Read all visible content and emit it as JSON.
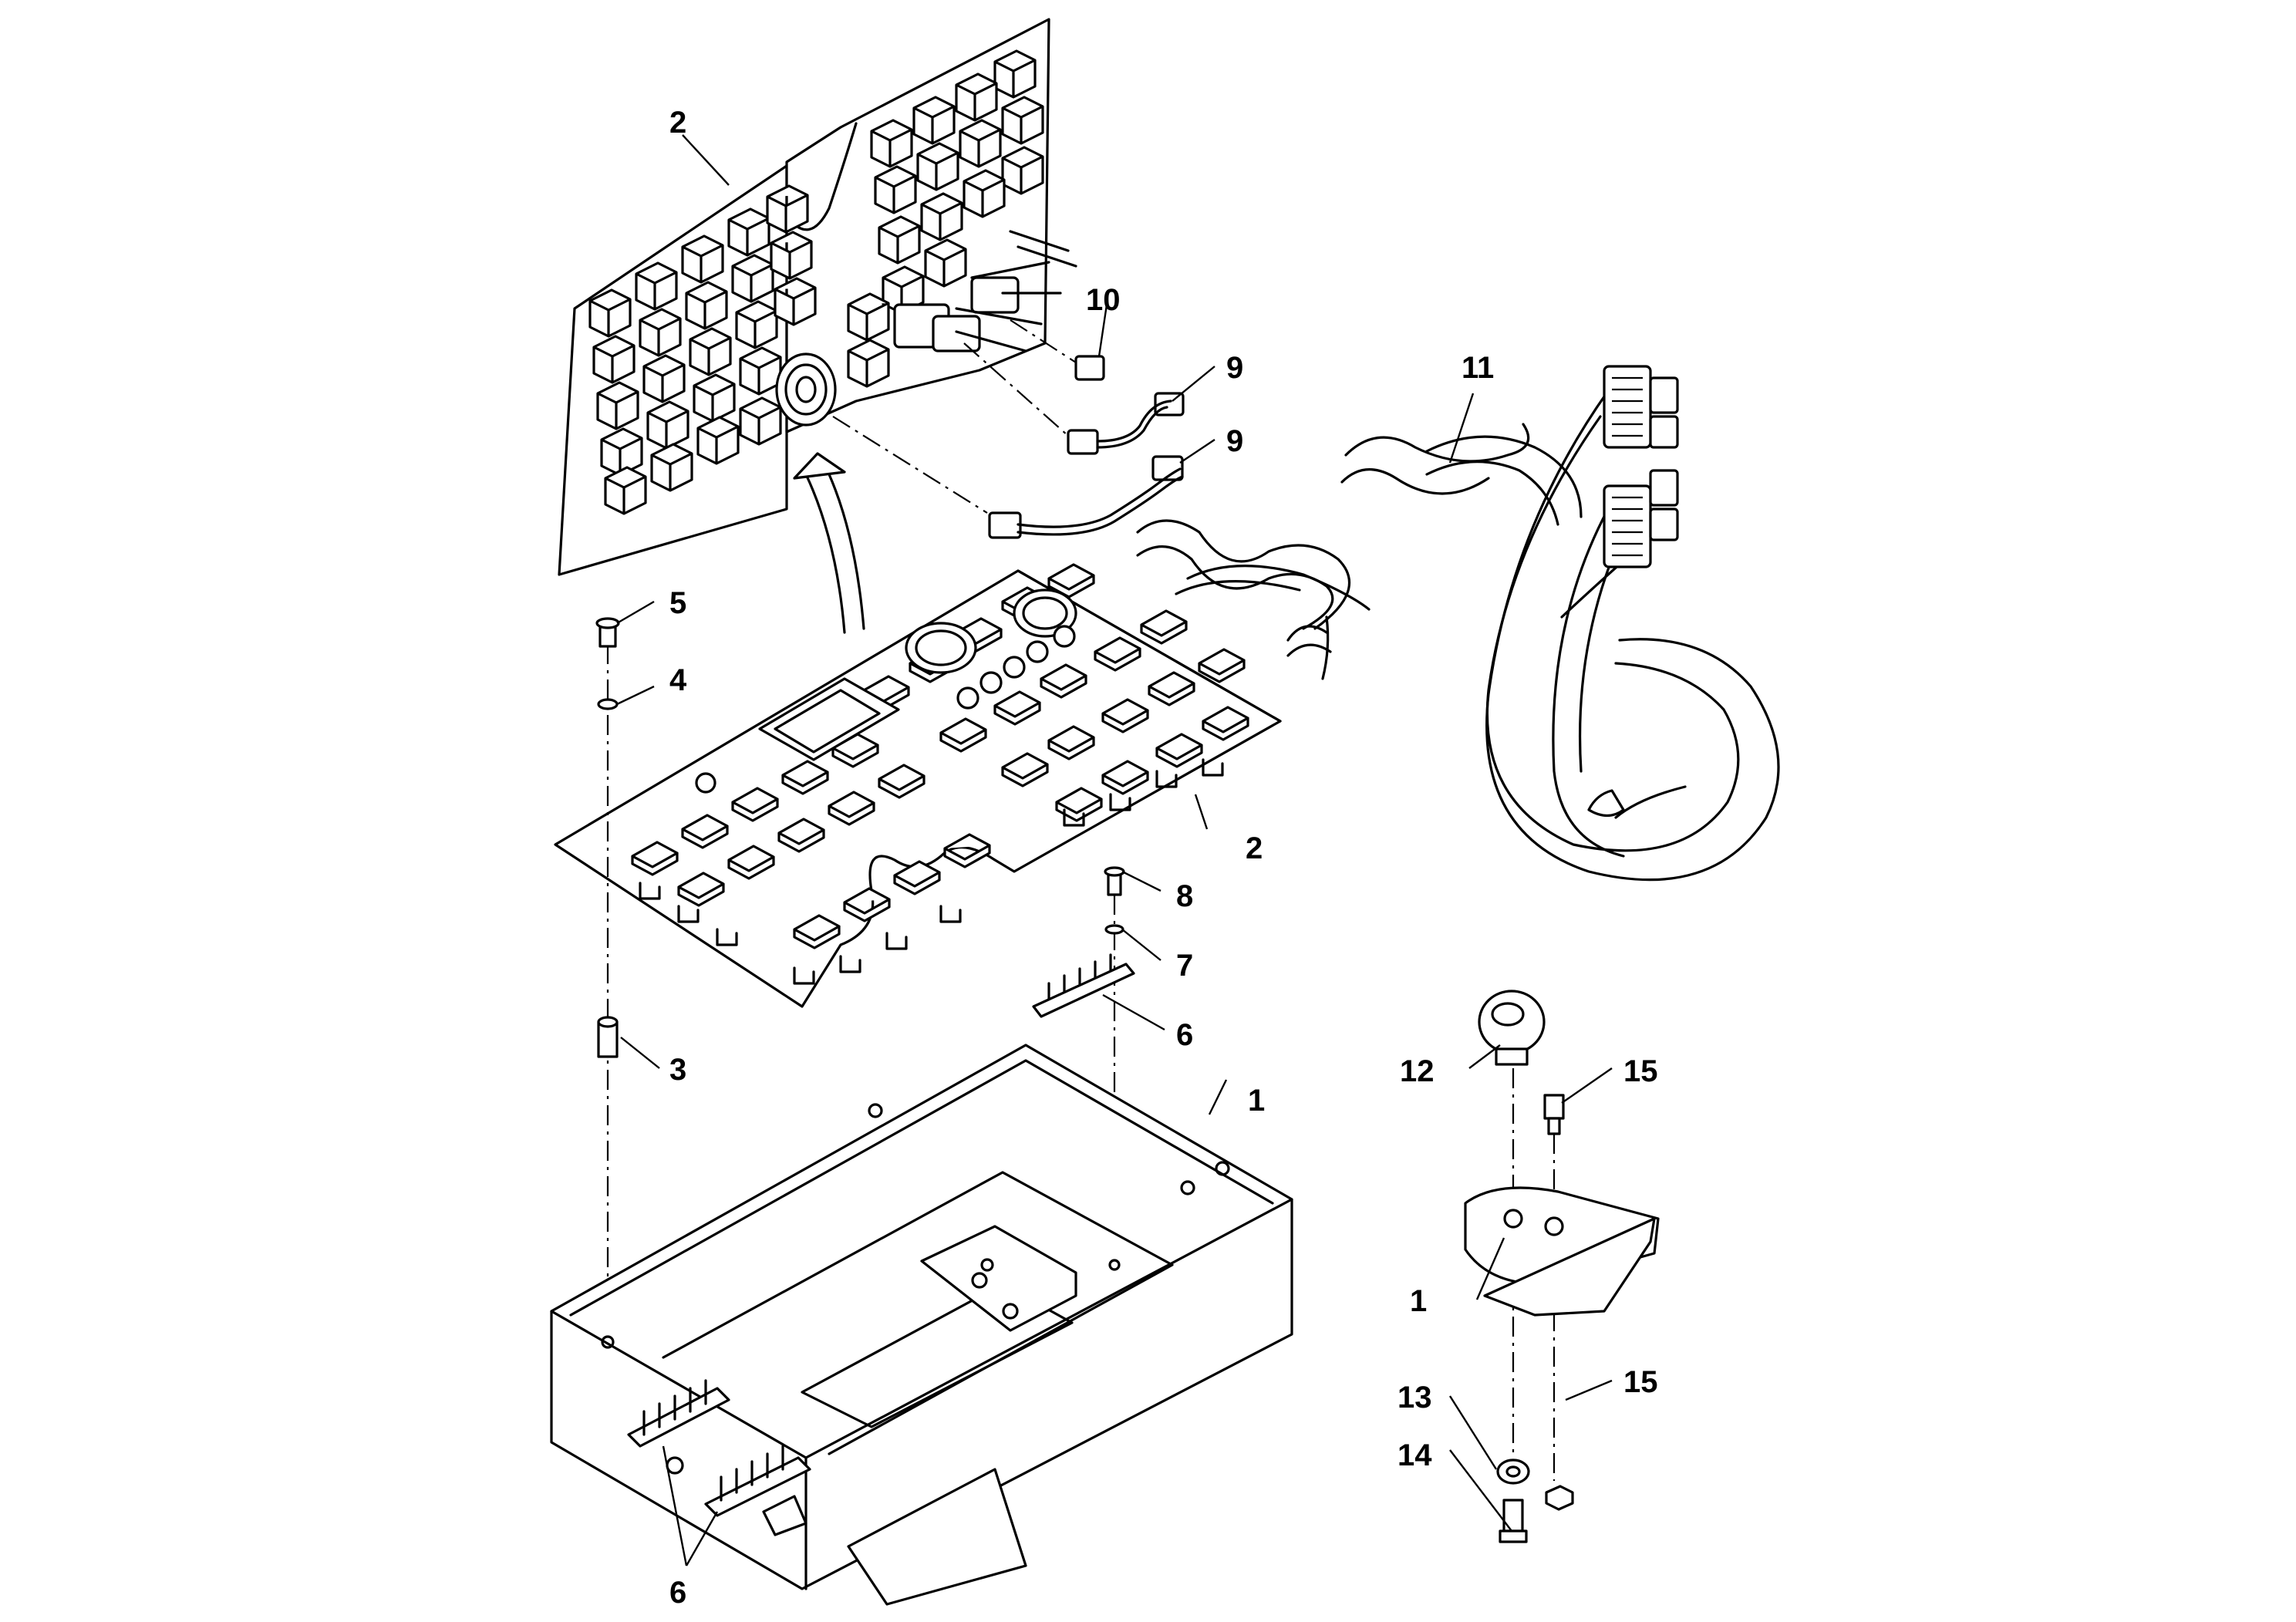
{
  "callouts": {
    "c1_box": "1",
    "c1_bracket": "1",
    "c2_top": "2",
    "c2_panel": "2",
    "c3": "3",
    "c4": "4",
    "c5": "5",
    "c6_strip": "6",
    "c6_bottom": "6",
    "c7": "7",
    "c8": "8",
    "c9_a": "9",
    "c9_b": "9",
    "c10": "10",
    "c11": "11",
    "c12": "12",
    "c13": "13",
    "c14": "14",
    "c15_a": "15",
    "c15_b": "15"
  }
}
